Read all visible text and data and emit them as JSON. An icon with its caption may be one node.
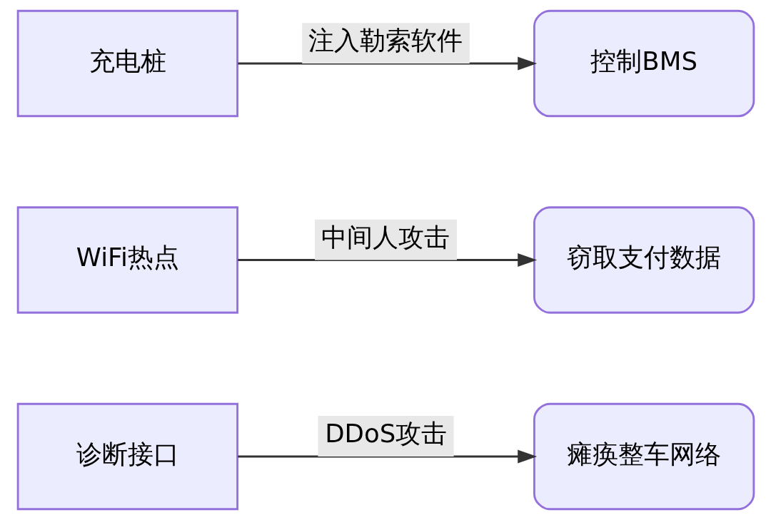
{
  "diagram": {
    "nodes": [
      {
        "text": [
          "充电桩"
        ]
      },
      {
        "text": [
          "控制BMS"
        ]
      },
      {
        "text": [
          "WiFi热点"
        ]
      },
      {
        "text": [
          "窃取支付数据"
        ]
      },
      {
        "text": [
          "诊断接口"
        ]
      },
      {
        "text": [
          "瘫痪整车网络"
        ]
      }
    ],
    "edges": [
      {
        "from": 0,
        "to": 1,
        "arrow": "to",
        "label": "注入勒索软件"
      },
      {
        "from": 2,
        "to": 3,
        "arrow": "to",
        "label": "中间人攻击"
      },
      {
        "from": 4,
        "to": 5,
        "arrow": "to",
        "label": "DDoS攻击"
      }
    ]
  }
}
